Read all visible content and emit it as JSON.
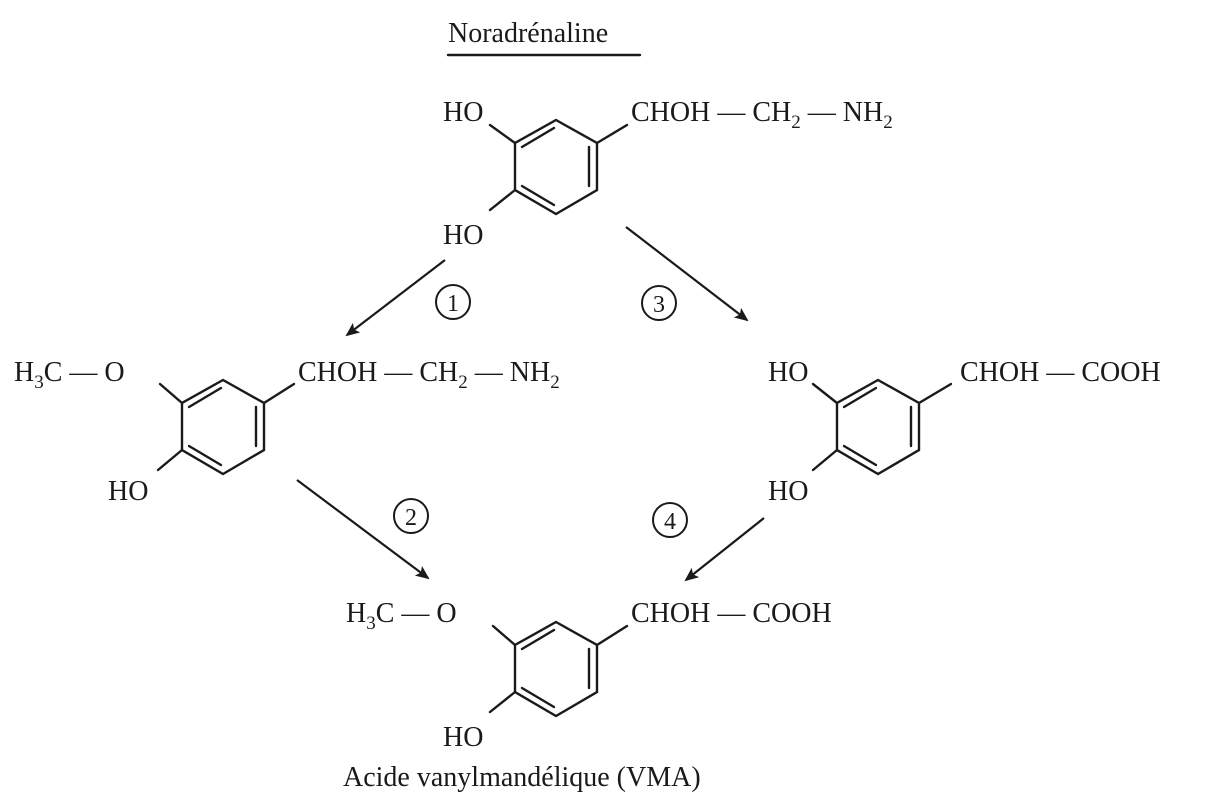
{
  "title": "Noradrénaline",
  "caption": "Acide vanylmandélique (VMA)",
  "steps": [
    "1",
    "2",
    "3",
    "4"
  ],
  "molecules": {
    "noradrenaline": {
      "oh_top": "HO",
      "oh_bottom": "HO",
      "chain": "CHOH — CH",
      "sub1": "2",
      "mid": " — NH",
      "sub2": "2"
    },
    "normetanephrine": {
      "h": "H",
      "sub1": "3",
      "c_o": "C — O",
      "oh_bottom": "HO",
      "chain": "CHOH — CH",
      "sub2": "2",
      "mid": " — NH",
      "sub3": "2"
    },
    "dhma": {
      "oh_top": "HO",
      "oh_bottom": "HO",
      "chain": "CHOH — COOH"
    },
    "vma": {
      "h": "H",
      "sub1": "3",
      "c_o": "C — O",
      "oh_bottom": "HO",
      "chain": "CHOH — COOH"
    }
  }
}
